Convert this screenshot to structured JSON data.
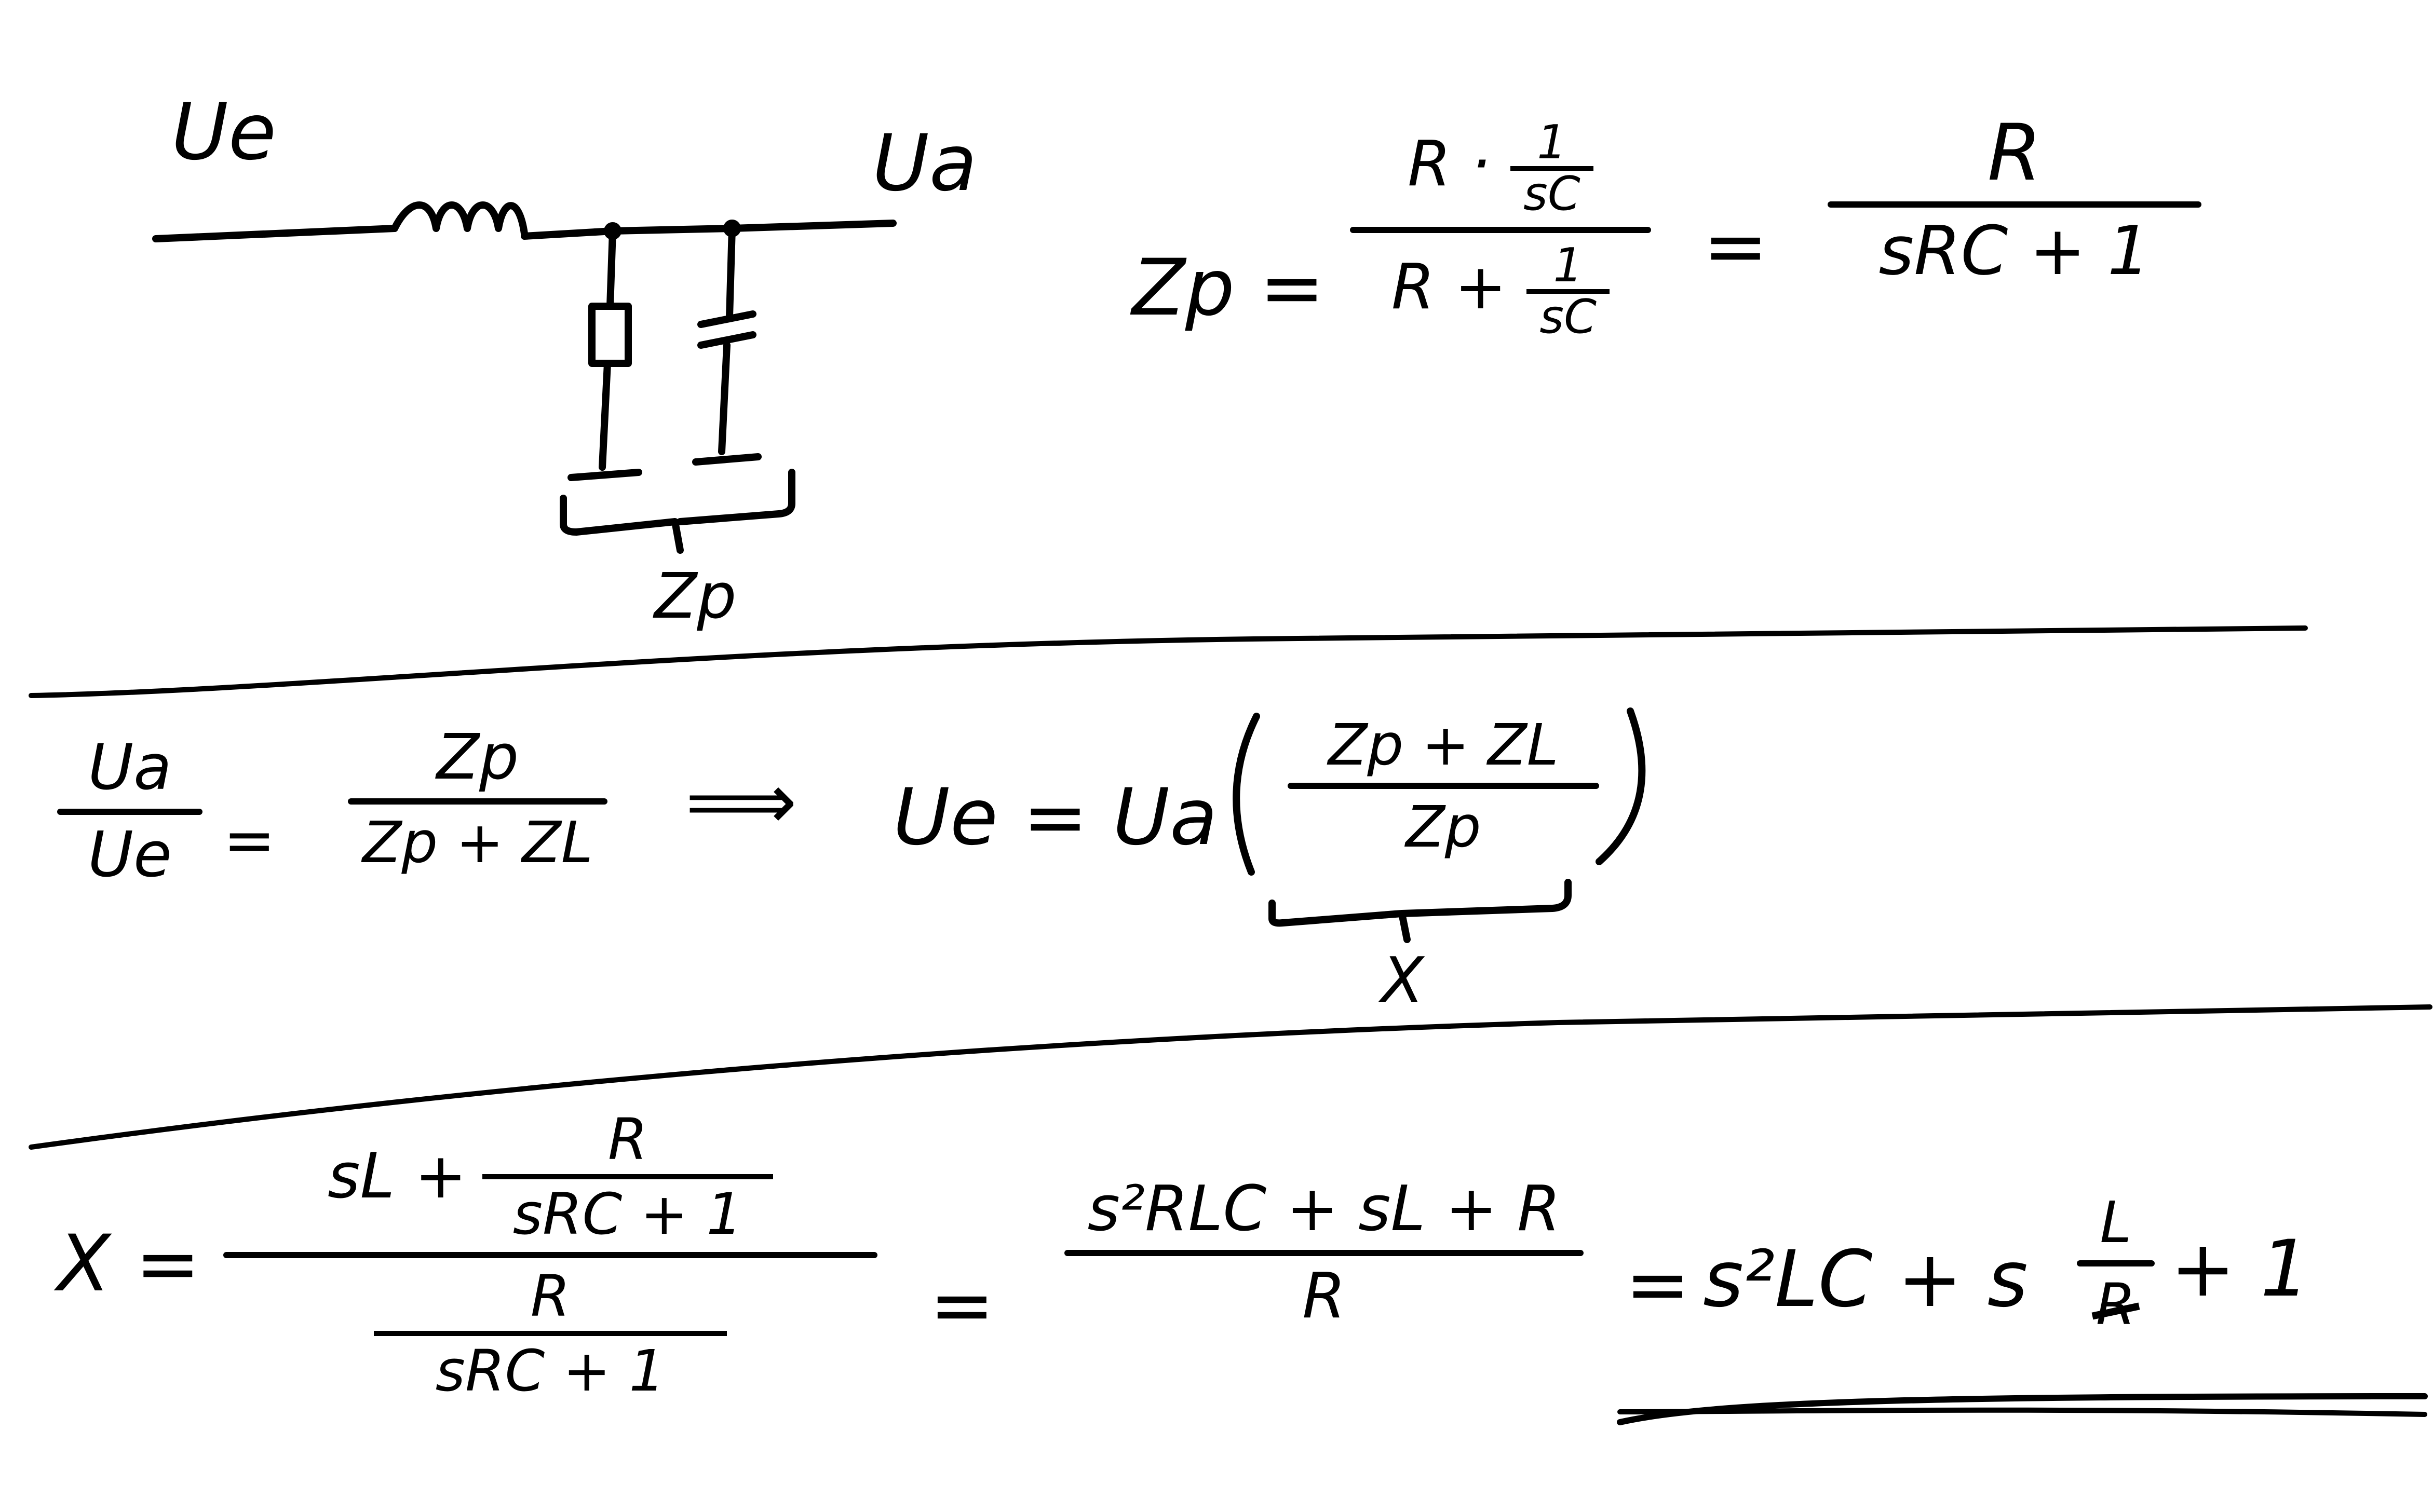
{
  "circuit": {
    "input_label": "Ue",
    "output_label": "Ua",
    "components": [
      "inductor",
      "resistor",
      "capacitor"
    ],
    "brace_label": "Zp"
  },
  "section1": {
    "lhs": "Zp =",
    "frac1": {
      "num": "R · 1/sC",
      "num_main": "R ·",
      "num_sub_num": "1",
      "num_sub_den": "sC",
      "den_main": "R +",
      "den_sub_num": "1",
      "den_sub_den": "sC"
    },
    "eq": "=",
    "frac2": {
      "num": "R",
      "den": "sRC + 1"
    }
  },
  "section2": {
    "lhs_frac": {
      "num": "Ua",
      "den": "Ue"
    },
    "eq": "=",
    "rhs_frac": {
      "num": "Zp",
      "den": "Zp + ZL"
    },
    "implies": "⟹",
    "result_lhs": "Ue = Ua",
    "paren_frac": {
      "num": "Zp + ZL",
      "den": "Zp"
    },
    "brace_label": "X"
  },
  "section3": {
    "lhs": "X =",
    "big_frac": {
      "num_main": "sL +",
      "num_sub": {
        "num": "R",
        "den": "sRC + 1"
      },
      "den_sub": {
        "num": "R",
        "den": "sRC + 1"
      }
    },
    "eq1": "=",
    "frac2": {
      "num": "s²RLC + sL + R",
      "den": "R"
    },
    "eq2": "=",
    "result_prefix": "s²LC + s",
    "result_frac": {
      "num": "L",
      "den": "R"
    },
    "result_suffix": "+ 1",
    "result_underline": "double"
  }
}
